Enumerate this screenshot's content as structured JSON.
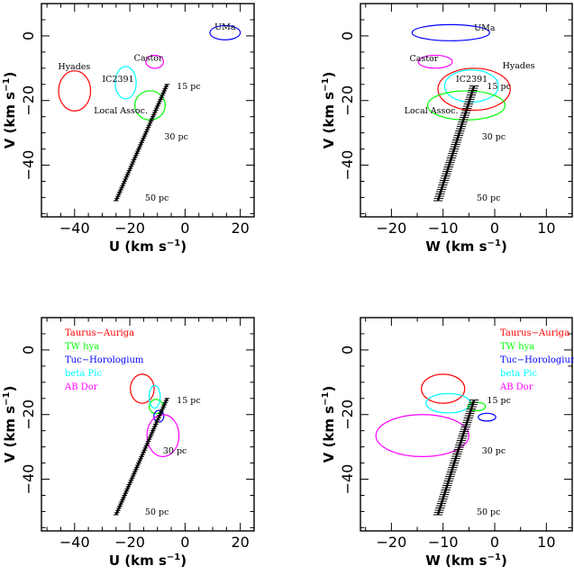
{
  "chart_data": [
    {
      "id": "uv_groups",
      "type": "scatter",
      "xlabel": "U (km s",
      "ylabel": "V (km s",
      "label_exp": "−1",
      "label_close": ")",
      "xlim": [
        -52,
        25
      ],
      "ylim": [
        -56,
        10
      ],
      "xticks": [
        -40,
        -20,
        0,
        20
      ],
      "yticks": [
        0,
        -20,
        -40
      ],
      "track": {
        "x0": -25.0,
        "y0": -51.0,
        "x1": -6.5,
        "y1": -15.0,
        "tick_half": 0.9
      },
      "ellipses": [
        {
          "name": "Hyades",
          "cx": -40,
          "cy": -17,
          "rx": 5.8,
          "ry": 6.2,
          "color": "#ff0000",
          "label": "Hyades",
          "lx": -46,
          "ly": -10.3,
          "anchor": "start"
        },
        {
          "name": "IC2391",
          "cx": -21.5,
          "cy": -14.5,
          "rx": 3.8,
          "ry": 5.0,
          "color": "#00ffff",
          "label": "IC2391",
          "lx": -30,
          "ly": -14.2,
          "anchor": "start"
        },
        {
          "name": "Castor",
          "cx": -11,
          "cy": -8,
          "rx": 3.2,
          "ry": 2.0,
          "color": "#ff00ff",
          "label": "Castor",
          "lx": -18.5,
          "ly": -7.7,
          "anchor": "start"
        },
        {
          "name": "Local Assoc.",
          "cx": -12.7,
          "cy": -21.5,
          "rx": 5.5,
          "ry": 4.5,
          "color": "#00ff00",
          "label": "Local Assoc.",
          "lx": -33,
          "ly": -24.0,
          "anchor": "start"
        },
        {
          "name": "UMa",
          "cx": 14.5,
          "cy": 1.0,
          "rx": 5.5,
          "ry": 2.2,
          "color": "#0000ff",
          "label": "UMa",
          "lx": 14.5,
          "ly": 1.9,
          "anchor": "middle"
        }
      ],
      "annotations": [
        {
          "text": "15 pc",
          "x": -3.0,
          "y": -16.5
        },
        {
          "text": "30 pc",
          "x": -7.5,
          "y": -32.0
        },
        {
          "text": "50 pc",
          "x": -14.5,
          "y": -51.0
        }
      ]
    },
    {
      "id": "wv_groups",
      "type": "scatter",
      "xlabel": "W (km s",
      "ylabel": "V (km s",
      "label_exp": "−1",
      "label_close": ")",
      "xlim": [
        -26,
        15
      ],
      "ylim": [
        -56,
        10
      ],
      "xticks": [
        -20,
        -10,
        0,
        10
      ],
      "yticks": [
        0,
        -20,
        -40
      ],
      "track": {
        "x0": -11.0,
        "y0": -51.0,
        "x1": -4.0,
        "y1": -15.5,
        "tick_half": 0.9
      },
      "ellipses": [
        {
          "name": "UMa",
          "cx": -8.5,
          "cy": 1.0,
          "rx": 7.5,
          "ry": 2.5,
          "color": "#0000ff",
          "label": "UMa",
          "lx": -4.0,
          "ly": 1.7,
          "anchor": "start"
        },
        {
          "name": "Castor",
          "cx": -11.5,
          "cy": -8,
          "rx": 3.3,
          "ry": 2.0,
          "color": "#ff00ff",
          "label": "Castor",
          "lx": -16.5,
          "ly": -7.8,
          "anchor": "start"
        },
        {
          "name": "Hyades",
          "cx": -4.0,
          "cy": -16.5,
          "rx": 7.0,
          "ry": 6.5,
          "color": "#ff0000",
          "label": "Hyades",
          "lx": 1.5,
          "ly": -10.0,
          "anchor": "start"
        },
        {
          "name": "IC2391",
          "cx": -4.5,
          "cy": -15.5,
          "rx": 5.2,
          "ry": 5.0,
          "color": "#00ffff",
          "label": "IC2391",
          "lx": -7.5,
          "ly": -14.2,
          "anchor": "start"
        },
        {
          "name": "Local Assoc.",
          "cx": -5.5,
          "cy": -21.5,
          "rx": 7.5,
          "ry": 4.5,
          "color": "#00ff00",
          "label": "Local Assoc.",
          "lx": -17.5,
          "ly": -24.0,
          "anchor": "start"
        }
      ],
      "annotations": [
        {
          "text": "15 pc",
          "x": -1.5,
          "y": -16.5
        },
        {
          "text": "30 pc",
          "x": -2.5,
          "y": -32.0
        },
        {
          "text": "50 pc",
          "x": -3.5,
          "y": -51.0
        }
      ]
    },
    {
      "id": "uv_young",
      "type": "scatter",
      "xlabel": "U (km s",
      "ylabel": "V (km s",
      "label_exp": "−1",
      "label_close": ")",
      "xlim": [
        -52,
        25
      ],
      "ylim": [
        -56,
        10
      ],
      "xticks": [
        -40,
        -20,
        0,
        20
      ],
      "yticks": [
        0,
        -20,
        -40
      ],
      "track": {
        "x0": -25.0,
        "y0": -51.0,
        "x1": -6.5,
        "y1": -15.0,
        "tick_half": 0.9
      },
      "ellipses": [
        {
          "name": "Taurus-Auriga",
          "cx": -15.5,
          "cy": -12.0,
          "rx": 4.3,
          "ry": 4.5,
          "color": "#ff0000"
        },
        {
          "name": "TW hya",
          "cx": -10.5,
          "cy": -17.5,
          "rx": 2.5,
          "ry": 2.2,
          "color": "#00ff00"
        },
        {
          "name": "Tuc-Horologium",
          "cx": -9.5,
          "cy": -20.5,
          "rx": 1.8,
          "ry": 1.8,
          "color": "#0000ff"
        },
        {
          "name": "beta Pic",
          "cx": -11.0,
          "cy": -14.5,
          "rx": 2.0,
          "ry": 3.5,
          "color": "#00ffff"
        },
        {
          "name": "AB Dor",
          "cx": -8.0,
          "cy": -26.5,
          "rx": 5.8,
          "ry": 6.5,
          "color": "#ff00ff"
        }
      ],
      "legend": [
        {
          "text": "Taurus−Auriga",
          "color": "#ff0000"
        },
        {
          "text": "TW hya",
          "color": "#00ff00"
        },
        {
          "text": "Tuc−Horologium",
          "color": "#0000ff"
        },
        {
          "text": "beta Pic",
          "color": "#00ffff"
        },
        {
          "text": "AB Dor",
          "color": "#ff00ff"
        }
      ],
      "annotations": [
        {
          "text": "15 pc",
          "x": -3.0,
          "y": -16.5
        },
        {
          "text": "30 pc",
          "x": -8.0,
          "y": -32.0
        },
        {
          "text": "50 pc",
          "x": -14.5,
          "y": -51.0
        }
      ]
    },
    {
      "id": "wv_young",
      "type": "scatter",
      "xlabel": "W (km s",
      "ylabel": "V (km s",
      "label_exp": "−1",
      "label_close": ")",
      "xlim": [
        -26,
        15
      ],
      "ylim": [
        -56,
        10
      ],
      "xticks": [
        -20,
        -10,
        0,
        10
      ],
      "yticks": [
        0,
        -20,
        -40
      ],
      "track": {
        "x0": -11.0,
        "y0": -51.0,
        "x1": -4.0,
        "y1": -15.5,
        "tick_half": 0.9
      },
      "ellipses": [
        {
          "name": "Taurus-Auriga",
          "cx": -10.0,
          "cy": -12.0,
          "rx": 4.2,
          "ry": 4.5,
          "color": "#ff0000"
        },
        {
          "name": "beta Pic",
          "cx": -9.0,
          "cy": -16.5,
          "rx": 4.3,
          "ry": 3.0,
          "color": "#00ffff"
        },
        {
          "name": "TW hya",
          "cx": -3.5,
          "cy": -17.5,
          "rx": 1.7,
          "ry": 1.3,
          "color": "#00ff00"
        },
        {
          "name": "Tuc-Horologium",
          "cx": -1.5,
          "cy": -20.8,
          "rx": 1.7,
          "ry": 1.2,
          "color": "#0000ff"
        },
        {
          "name": "AB Dor",
          "cx": -14.0,
          "cy": -26.5,
          "rx": 9.0,
          "ry": 6.5,
          "color": "#ff00ff"
        }
      ],
      "legend": [
        {
          "text": "Taurus−Auriga",
          "color": "#ff0000"
        },
        {
          "text": "TW hya",
          "color": "#00ff00"
        },
        {
          "text": "Tuc−Horologium",
          "color": "#0000ff"
        },
        {
          "text": "beta Pic",
          "color": "#00ffff"
        },
        {
          "text": "AB Dor",
          "color": "#ff00ff"
        }
      ],
      "annotations": [
        {
          "text": "15 pc",
          "x": -1.5,
          "y": -16.5
        },
        {
          "text": "30 pc",
          "x": -2.5,
          "y": -32.0
        },
        {
          "text": "50 pc",
          "x": -3.5,
          "y": -51.0
        }
      ]
    }
  ]
}
